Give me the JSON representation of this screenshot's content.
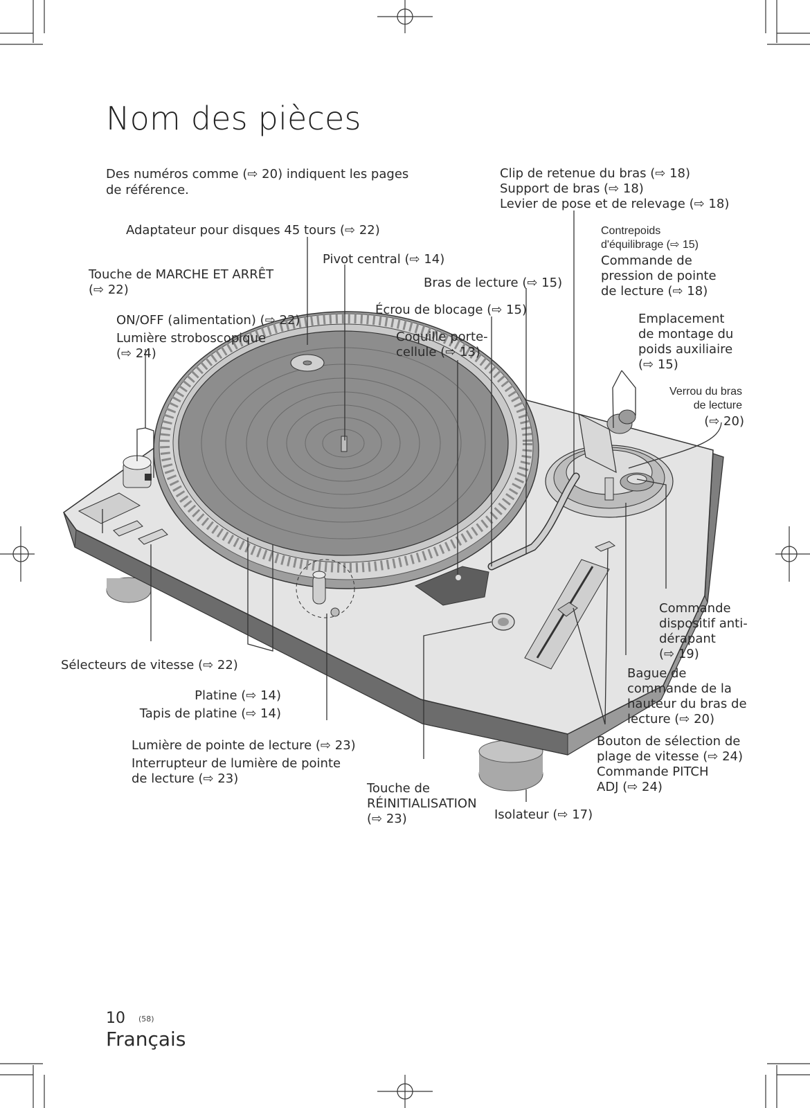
{
  "page": {
    "title": "Nom des pièces",
    "intro": "Des numéros comme (⇨ 20) indiquent les pages de référence.",
    "page_number": "10",
    "page_sub": "(58)",
    "language": "Français"
  },
  "labels": {
    "clip": "Clip de retenue du bras (⇨ 18)",
    "support": "Support de bras (⇨ 18)",
    "levier": "Levier de pose et de relevage (⇨ 18)",
    "adaptateur": "Adaptateur pour disques 45 tours (⇨ 22)",
    "contrepoids_1": "Contrepoids",
    "contrepoids_2": "d'équilibrage (⇨ 15)",
    "pression_1": "Commande de",
    "pression_2": "pression de pointe",
    "pression_3": "de lecture (⇨ 18)",
    "pivot": "Pivot central (⇨ 14)",
    "touche_marche_1": "Touche de MARCHE ET ARRÊT",
    "touche_marche_2": "(⇨ 22)",
    "bras": "Bras de lecture (⇨ 15)",
    "ecrou": "Écrou de blocage (⇨ 15)",
    "onoff": "ON/OFF (alimentation) (⇨ 22)",
    "strobo_1": "Lumière stroboscopique",
    "strobo_2": "(⇨ 24)",
    "coquille_1": "Coquille porte-",
    "coquille_2": "cellule (⇨ 13)",
    "emplacement_1": "Emplacement",
    "emplacement_2": "de montage du",
    "emplacement_3": "poids auxiliaire",
    "emplacement_4": "(⇨ 15)",
    "verrou_1": "Verrou du bras",
    "verrou_2": "de lecture",
    "verrou_3": "(⇨ 20)",
    "antiderapant_1": "Commande",
    "antiderapant_2": "dispositif anti-",
    "antiderapant_3": "dérapant",
    "antiderapant_4": "(⇨ 19)",
    "bague_1": "Bague de",
    "bague_2": "commande de la",
    "bague_3": "hauteur du bras de",
    "bague_4": "lecture (⇨ 20)",
    "selecteurs": "Sélecteurs de vitesse (⇨ 22)",
    "platine": "Platine (⇨ 14)",
    "tapis": "Tapis de platine (⇨ 14)",
    "lumiere_pointe": "Lumière de pointe de lecture (⇨ 23)",
    "interrupteur_1": "Interrupteur de lumière de pointe",
    "interrupteur_2": "de lecture (⇨ 23)",
    "bouton_plage_1": "Bouton de sélection de",
    "bouton_plage_2": "plage de vitesse (⇨ 24)",
    "pitch_1": "Commande PITCH",
    "pitch_2": "ADJ (⇨ 24)",
    "reinit_1": "Touche de",
    "reinit_2": "RÉINITIALISATION",
    "reinit_3": "(⇨ 23)",
    "isolateur": "Isolateur (⇨ 17)"
  },
  "colors": {
    "text": "#2a2a2a",
    "line": "#333333",
    "body_light": "#e6e6e6",
    "body_mid": "#c8c8c8",
    "body_dark": "#8a8a8a",
    "mat": "#8c8c8c"
  }
}
